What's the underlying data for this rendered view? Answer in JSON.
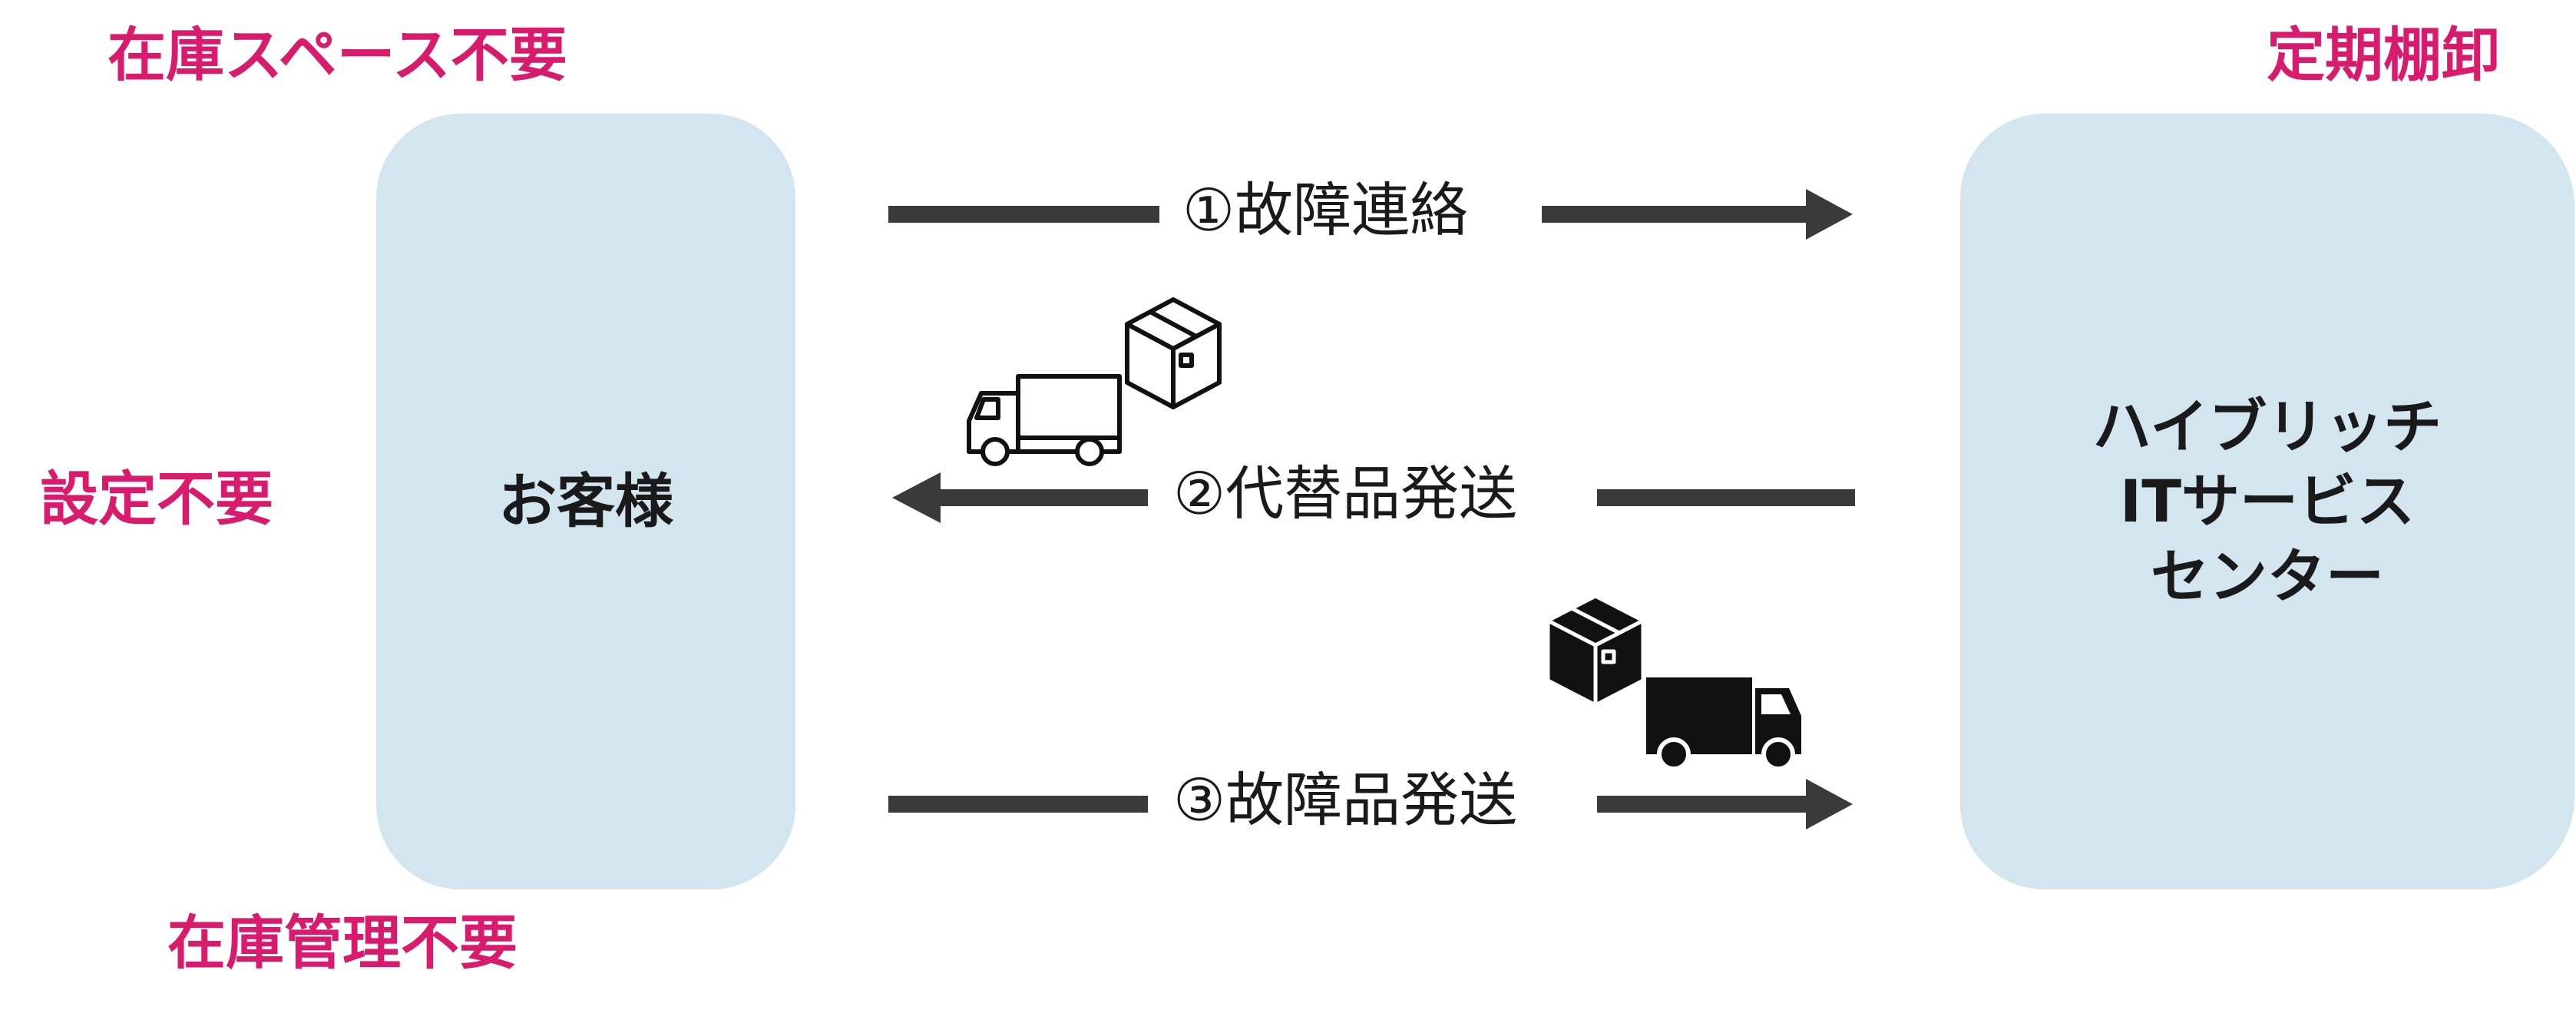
{
  "colors": {
    "accent": "#d81b6d",
    "box_fill": "#d3e5ef",
    "arrow": "#3a3a3a",
    "text": "#1a1a1a"
  },
  "notes": {
    "top_left": "在庫スペース不要",
    "middle_left": "設定不要",
    "bottom_left": "在庫管理不要",
    "top_right": "定期棚卸"
  },
  "customer": {
    "label": "お客様"
  },
  "service_center": {
    "lines": [
      "ハイブリッチ",
      "ITサービス",
      "センター"
    ]
  },
  "steps": [
    {
      "label": "①故障連絡",
      "direction": "to-service-center"
    },
    {
      "label": "②代替品発送",
      "direction": "to-customer"
    },
    {
      "label": "③故障品発送",
      "direction": "to-service-center"
    }
  ],
  "icons": [
    {
      "name": "delivery-truck-icon",
      "style": "outline"
    },
    {
      "name": "package-box-icon",
      "style": "outline"
    },
    {
      "name": "package-box-icon",
      "style": "filled"
    },
    {
      "name": "delivery-truck-icon",
      "style": "filled"
    }
  ]
}
